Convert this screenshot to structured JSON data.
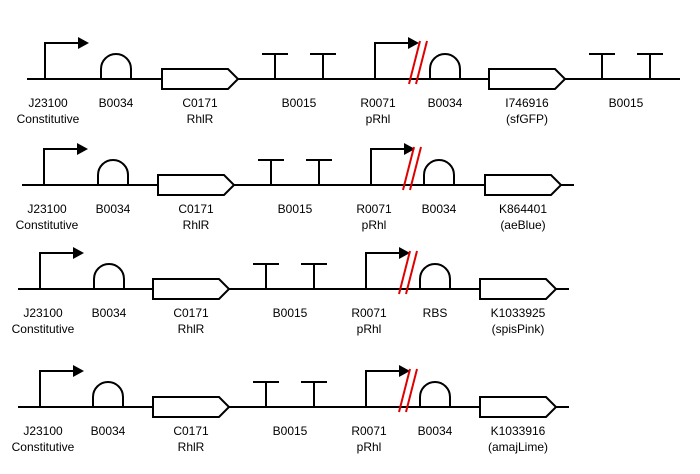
{
  "colors": {
    "line": "#000000",
    "break_mark": "#e00000",
    "background": "#ffffff"
  },
  "constructs": [
    {
      "parts": [
        {
          "type": "promoter",
          "labels": [
            "J23100",
            "Constitutive"
          ]
        },
        {
          "type": "rbs",
          "labels": [
            "B0034"
          ]
        },
        {
          "type": "cds",
          "labels": [
            "C0171",
            "RhlR"
          ]
        },
        {
          "type": "terminator",
          "labels": [
            "B0015"
          ]
        },
        {
          "type": "promoter",
          "labels": [
            "R0071",
            "pRhl"
          ]
        },
        {
          "type": "break"
        },
        {
          "type": "rbs",
          "labels": [
            "B0034"
          ]
        },
        {
          "type": "cds",
          "labels": [
            "I746916",
            "(sfGFP)"
          ]
        },
        {
          "type": "terminator",
          "labels": [
            "B0015"
          ]
        }
      ]
    },
    {
      "parts": [
        {
          "type": "promoter",
          "labels": [
            "J23100",
            "Constitutive"
          ]
        },
        {
          "type": "rbs",
          "labels": [
            "B0034"
          ]
        },
        {
          "type": "cds",
          "labels": [
            "C0171",
            "RhlR"
          ]
        },
        {
          "type": "terminator",
          "labels": [
            "B0015"
          ]
        },
        {
          "type": "promoter",
          "labels": [
            "R0071",
            "pRhl"
          ]
        },
        {
          "type": "break"
        },
        {
          "type": "rbs",
          "labels": [
            "B0034"
          ]
        },
        {
          "type": "cds",
          "labels": [
            "K864401",
            "(aeBlue)"
          ]
        }
      ]
    },
    {
      "parts": [
        {
          "type": "promoter",
          "labels": [
            "J23100",
            "Constitutive"
          ]
        },
        {
          "type": "rbs",
          "labels": [
            "B0034"
          ]
        },
        {
          "type": "cds",
          "labels": [
            "C0171",
            "RhlR"
          ]
        },
        {
          "type": "terminator",
          "labels": [
            "B0015"
          ]
        },
        {
          "type": "promoter",
          "labels": [
            "R0071",
            "pRhl"
          ]
        },
        {
          "type": "break"
        },
        {
          "type": "rbs",
          "labels": [
            "RBS"
          ]
        },
        {
          "type": "cds",
          "labels": [
            "K1033925",
            "(spisPink)"
          ]
        }
      ]
    },
    {
      "parts": [
        {
          "type": "promoter",
          "labels": [
            "J23100",
            "Constitutive"
          ]
        },
        {
          "type": "rbs",
          "labels": [
            "B0034"
          ]
        },
        {
          "type": "cds",
          "labels": [
            "C0171",
            "RhlR"
          ]
        },
        {
          "type": "terminator",
          "labels": [
            "B0015"
          ]
        },
        {
          "type": "promoter",
          "labels": [
            "R0071",
            "pRhl"
          ]
        },
        {
          "type": "break"
        },
        {
          "type": "rbs",
          "labels": [
            "B0034"
          ]
        },
        {
          "type": "cds",
          "labels": [
            "K1033916",
            "(amajLime)"
          ]
        }
      ]
    }
  ]
}
